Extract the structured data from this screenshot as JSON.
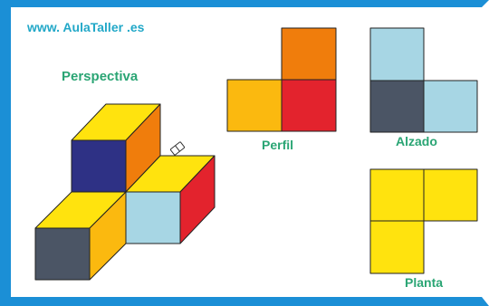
{
  "site_url": "www. AulaTaller .es",
  "views": {
    "perspectiva": "Perspectiva",
    "perfil": "Perfil",
    "alzado": "Alzado",
    "planta": "Planta"
  },
  "colors": {
    "frame": "#1b8fd6",
    "label": "#2aa574",
    "url": "#22a8c8",
    "navy": "#2e3185",
    "orange": "#f07d0c",
    "yellow": "#ffe30e",
    "light_blue": "#a7d6e4",
    "red": "#e3232d",
    "slate": "#4b5565",
    "amber": "#fbb90f"
  }
}
